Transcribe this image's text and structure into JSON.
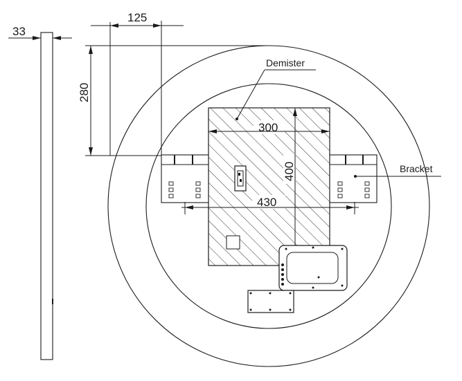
{
  "dimensions": {
    "side_thickness": "33",
    "bracket_offset": "125",
    "bracket_height": "280",
    "demister_width": "300",
    "demister_height": "400",
    "bracket_spacing": "430"
  },
  "labels": {
    "demister": "Demister",
    "bracket": "Bracket"
  }
}
